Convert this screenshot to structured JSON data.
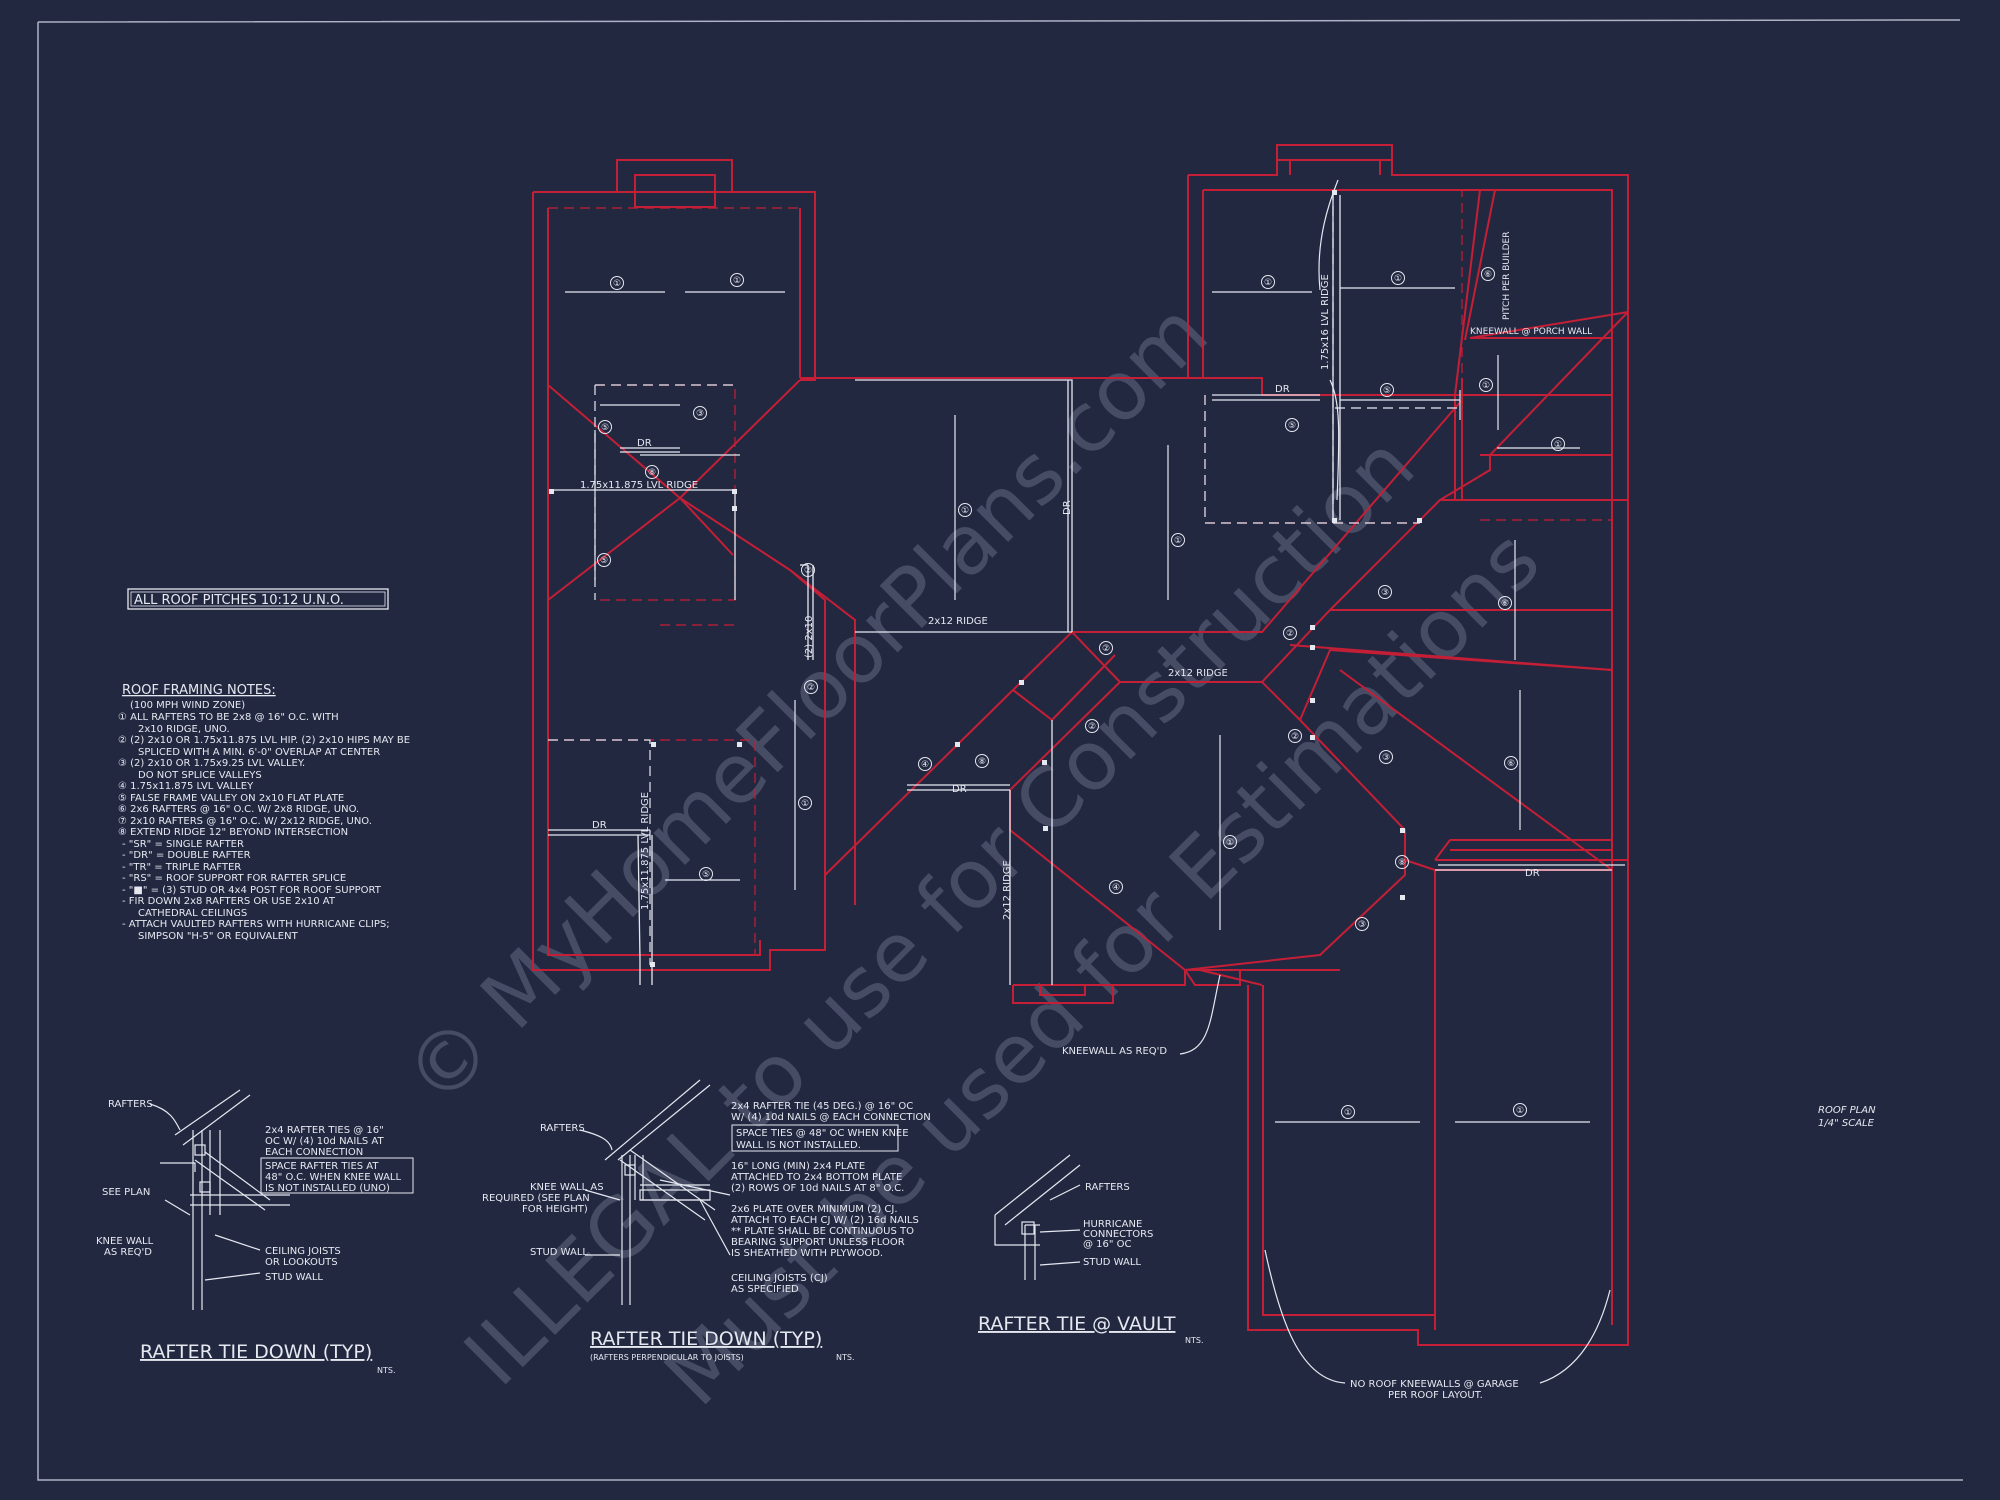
{
  "plan_notes": {
    "pitch_note": "ALL ROOF PITCHES 10:12 U.N.O.",
    "framing_title": "ROOF FRAMING NOTES:",
    "framing_lines": [
      "(100 MPH WIND ZONE)",
      "① ALL RAFTERS TO BE 2x8 @ 16\" O.C. WITH",
      "2x10 RIDGE, UNO.",
      "② (2) 2x10 OR 1.75x11.875 LVL HIP. (2) 2x10 HIPS MAY BE",
      "SPLICED WITH A MIN. 6'-0\" OVERLAP AT CENTER",
      "③ (2) 2x10 OR 1.75x9.25 LVL VALLEY.",
      "DO NOT SPLICE VALLEYS",
      "④ 1.75x11.875 LVL VALLEY",
      "⑤ FALSE FRAME VALLEY ON 2x10 FLAT PLATE",
      "⑥ 2x6 RAFTERS @ 16\" O.C. W/ 2x8 RIDGE, UNO.",
      "⑦ 2x10 RAFTERS @ 16\" O.C. W/ 2x12 RIDGE, UNO.",
      "⑧ EXTEND RIDGE 12\" BEYOND INTERSECTION",
      "- \"SR\" = SINGLE RAFTER",
      "- \"DR\" = DOUBLE RAFTER",
      "- \"TR\" = TRIPLE RAFTER",
      "- \"RS\" = ROOF SUPPORT FOR RAFTER SPLICE",
      "- \"■\" = (3) STUD OR 4x4 POST FOR ROOF SUPPORT",
      "- FIR DOWN 2x8 RAFTERS OR USE 2x10 AT",
      "CATHEDRAL CEILINGS",
      "- ATTACH VAULTED RAFTERS WITH HURRICANE CLIPS;",
      "SIMPSON \"H-5\" OR EQUIVALENT"
    ]
  },
  "plan_labels": {
    "lvl_ridge_1": "1.75x11.875 LVL RIDGE",
    "lvl_ridge_2": "1.75x11.875 LVL RIDGE",
    "lvl_ridge_3": "1.75x16 LVL RIDGE",
    "dr": "DR",
    "ridge_2x12": "2x12 RIDGE",
    "joist_2x10": "(2) 2x10",
    "kneewall_porch": "KNEEWALL @ PORCH WALL",
    "pitch_builder": "PITCH PER BUILDER",
    "kneewall_req": "KNEEWALL AS REQ'D",
    "garage_note_1": "NO ROOF KNEEWALLS @ GARAGE",
    "garage_note_2": "PER ROOF LAYOUT.",
    "scale_title": "ROOF PLAN",
    "scale": "1/4\" SCALE",
    "n1": "①",
    "n2": "②",
    "n3": "③",
    "n4": "④",
    "n5": "⑤",
    "n6": "⑥",
    "n8": "⑧"
  },
  "detail1": {
    "title": "RAFTER TIE DOWN (TYP)",
    "nts": "NTS.",
    "rafters": "RAFTERS",
    "see_plan": "SEE PLAN",
    "knee_wall_1": "KNEE WALL",
    "knee_wall_2": "AS REQ'D",
    "tie_1": "2x4 RAFTER TIES @ 16\"",
    "tie_2": "OC W/ (4) 10d NAILS AT",
    "tie_3": "EACH CONNECTION",
    "box_1": "SPACE RAFTER TIES AT",
    "box_2": "48\" O.C. WHEN KNEE WALL",
    "box_3": "IS NOT INSTALLED (UNO)",
    "cj_1": "CEILING JOISTS",
    "cj_2": "OR LOOKOUTS",
    "stud": "STUD WALL"
  },
  "detail2": {
    "title": "RAFTER TIE DOWN (TYP)",
    "subtitle": "(RAFTERS PERPENDICULAR TO JOISTS)",
    "nts": "NTS.",
    "rafters": "RAFTERS",
    "knee_1": "KNEE WALL AS",
    "knee_2": "REQUIRED (SEE PLAN",
    "knee_3": "FOR HEIGHT)",
    "stud": "STUD WALL",
    "tie_1": "2x4 RAFTER TIE (45 DEG.) @ 16\" OC",
    "tie_2": "W/ (4) 10d NAILS @ EACH CONNECTION",
    "box_1": "SPACE TIES @ 48\" OC WHEN KNEE",
    "box_2": "WALL IS NOT INSTALLED.",
    "plate_1": "16\" LONG (MIN) 2x4 PLATE",
    "plate_2": "ATTACHED TO 2x4 BOTTOM PLATE",
    "plate_3": "(2) ROWS OF 10d NAILS AT 8\" O.C.",
    "p6_1": "2x6 PLATE OVER MINIMUM (2) CJ.",
    "p6_2": "ATTACH TO EACH CJ W/ (2) 16d NAILS",
    "p6_3": "** PLATE SHALL BE CONTINUOUS TO",
    "p6_4": "BEARING SUPPORT UNLESS FLOOR",
    "p6_5": "IS SHEATHED WITH PLYWOOD.",
    "cj_1": "CEILING JOISTS (CJ)",
    "cj_2": "AS SPECIFIED"
  },
  "detail3": {
    "title": "RAFTER TIE @ VAULT",
    "nts": "NTS.",
    "rafters": "RAFTERS",
    "hc_1": "HURRICANE",
    "hc_2": "CONNECTORS",
    "hc_3": "@ 16\" OC",
    "stud": "STUD WALL"
  },
  "watermark": {
    "line1": "© MyHomeFloorPlans.com",
    "line2": "ILLEGAL to use for Construction",
    "line3": "Must be used for Estimations"
  },
  "colors": {
    "background": "#232841",
    "roof_lines": "#c41f36",
    "line_work": "#e6e8f0",
    "watermark": "#6b708a"
  }
}
